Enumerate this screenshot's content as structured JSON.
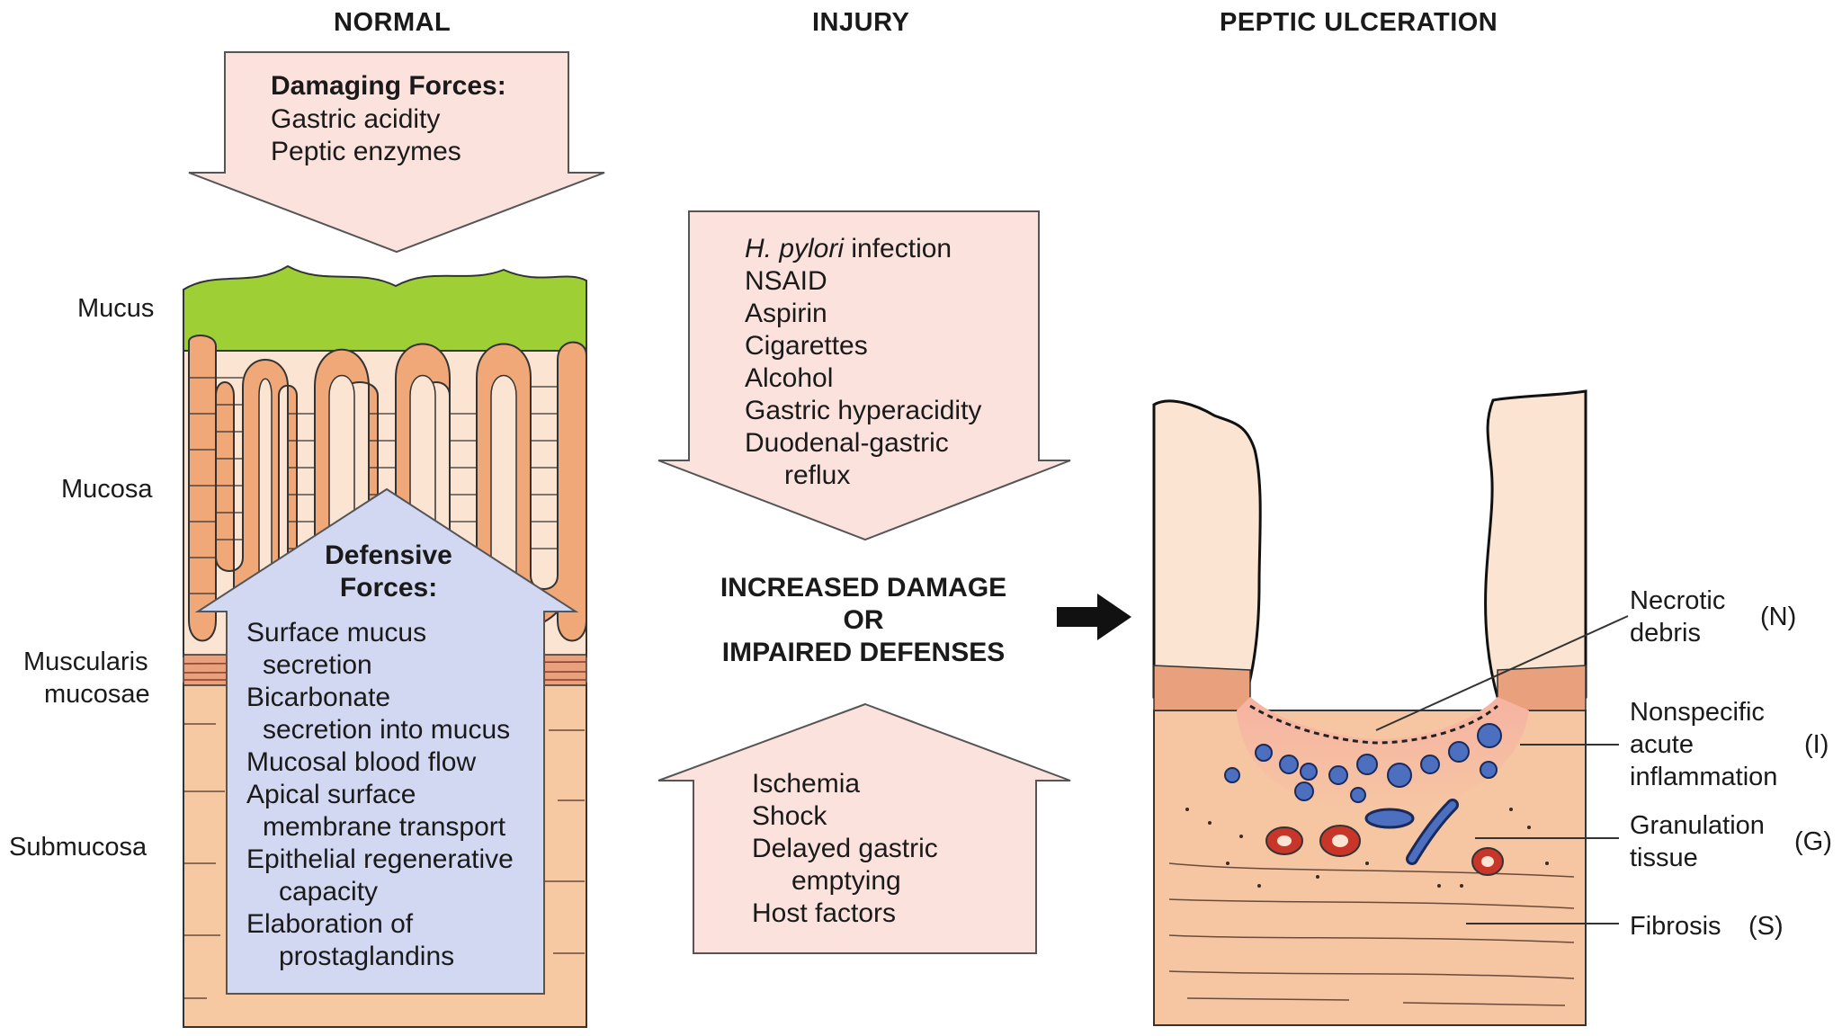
{
  "headers": {
    "normal": "NORMAL",
    "injury": "INJURY",
    "ulceration": "PEPTIC ULCERATION"
  },
  "layers": {
    "mucus": "Mucus",
    "mucosa": "Mucosa",
    "muscularis_1": "Muscularis",
    "muscularis_2": "mucosae",
    "submucosa": "Submucosa"
  },
  "damaging": {
    "title": "Damaging Forces:",
    "items": [
      "Gastric acidity",
      "Peptic enzymes"
    ]
  },
  "defensive": {
    "title_1": "Defensive",
    "title_2": "Forces:",
    "lines": [
      "Surface mucus",
      "secretion",
      "Bicarbonate",
      "secretion into mucus",
      "Mucosal blood flow",
      "Apical surface",
      "membrane transport",
      "Epithelial regenerative",
      "capacity",
      "Elaboration of",
      "prostaglandins"
    ]
  },
  "injury_top": {
    "lines": [
      " infection",
      "NSAID",
      "Aspirin",
      "Cigarettes",
      "Alcohol",
      "Gastric hyperacidity",
      "Duodenal-gastric",
      "reflux"
    ],
    "italic": "H. pylori"
  },
  "middle": {
    "line1": "INCREASED DAMAGE",
    "line2": "OR",
    "line3": "IMPAIRED DEFENSES"
  },
  "injury_bottom": {
    "lines": [
      "Ischemia",
      "Shock",
      "Delayed gastric",
      "emptying",
      "Host factors"
    ]
  },
  "ulcer_labels": {
    "necrotic_1": "Necrotic",
    "necrotic_2": "debris",
    "necrotic_code": "(N)",
    "nonspecific_1": "Nonspecific",
    "nonspecific_2": "acute",
    "nonspecific_3": "inflammation",
    "nonspecific_code": "(I)",
    "granulation_1": "Granulation",
    "granulation_2": "tissue",
    "granulation_code": "(G)",
    "fibrosis": "Fibrosis",
    "fibrosis_code": "(S)"
  },
  "colors": {
    "mucus": "#9ed036",
    "mucosa_bg": "#fbe3cf",
    "gland": "#f0a878",
    "submucosa": "#f7c7a0",
    "muscularis": "#e79a74",
    "arrow_pink": "#fbe2dd",
    "arrow_blue": "#d3d8f2",
    "inflammation": "#f4a08c",
    "cell_blue": "#4c6fbf",
    "vessel_red": "#c8362a"
  }
}
